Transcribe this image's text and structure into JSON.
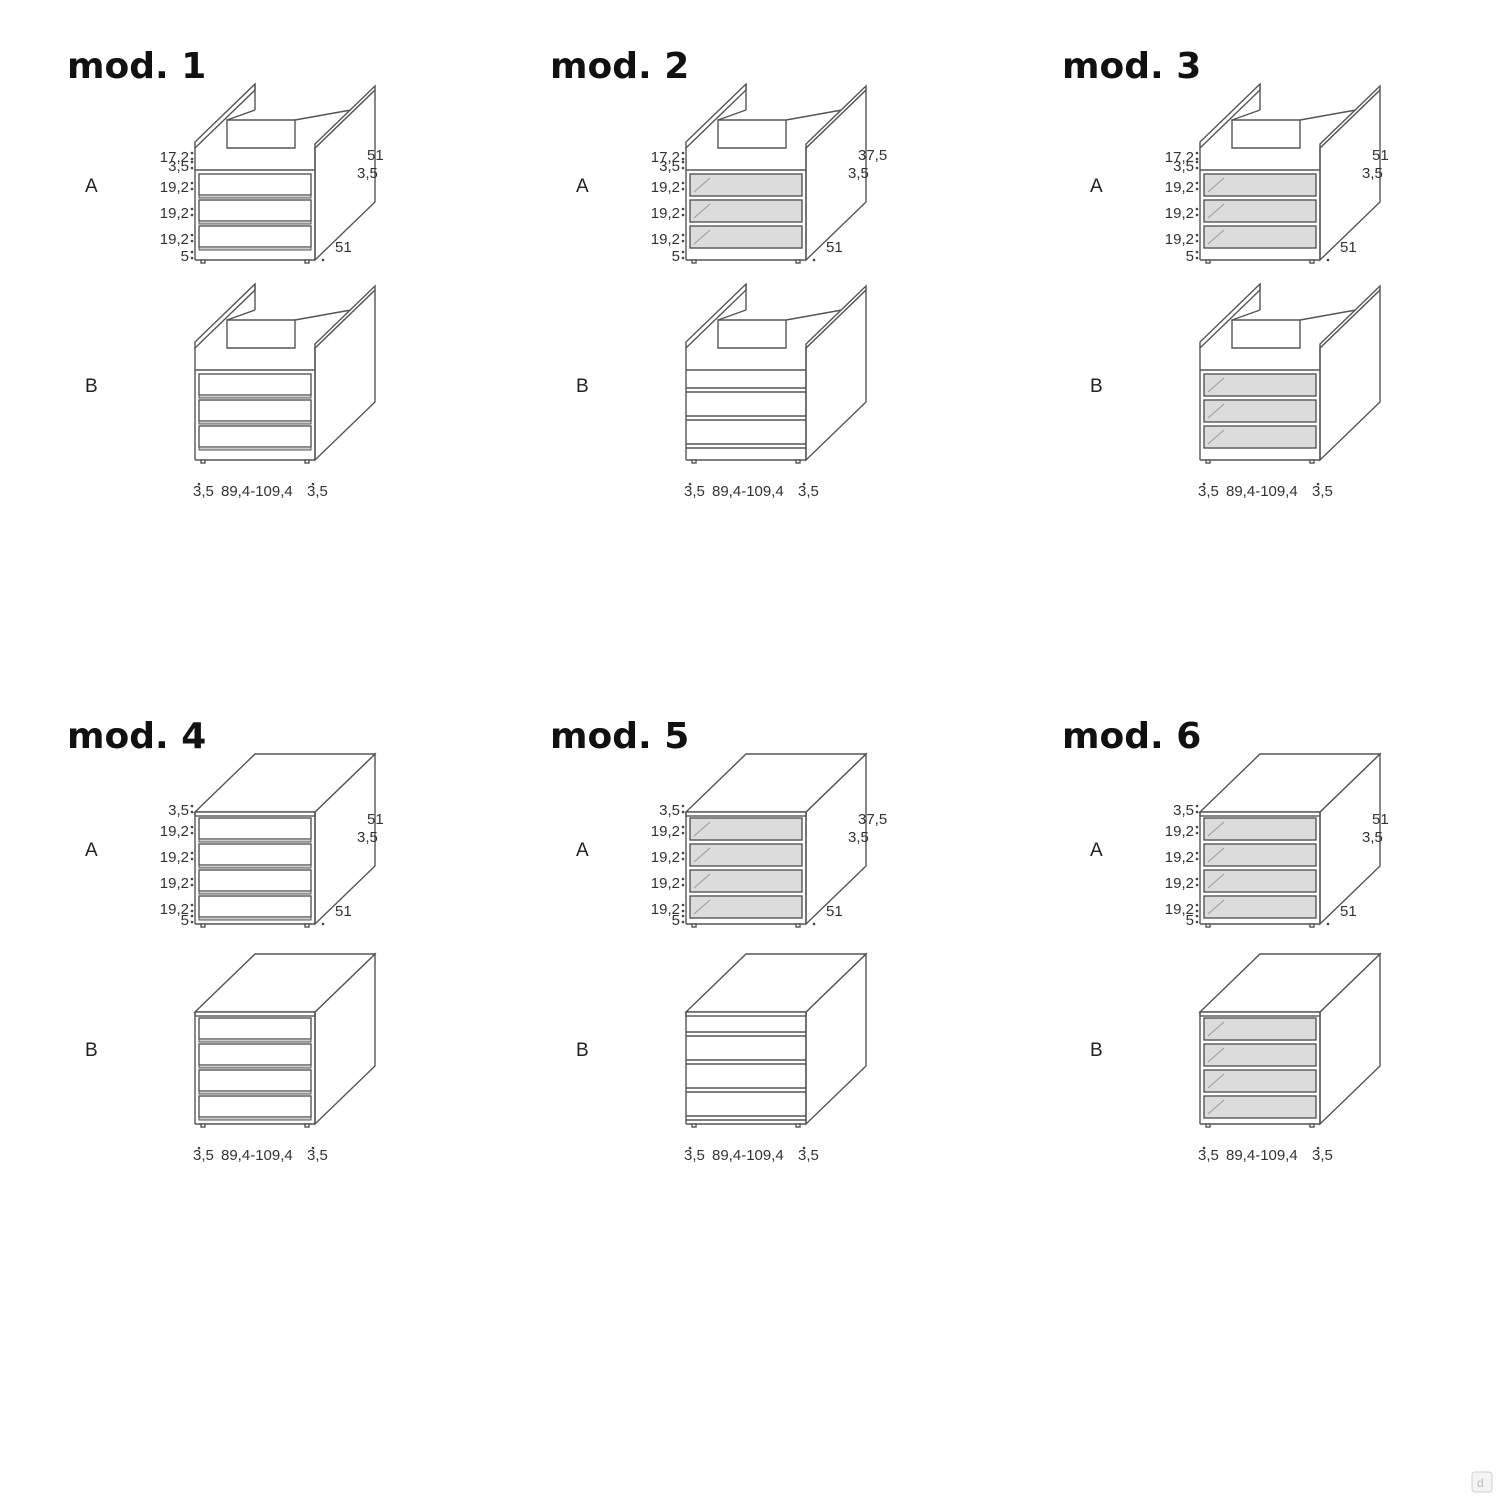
{
  "row_labels": [
    "A",
    "B"
  ],
  "models": [
    {
      "title": "mod. 1",
      "frame": "open",
      "fronts": "drawer"
    },
    {
      "title": "mod. 2",
      "frame": "open",
      "fronts": "glass-shelf"
    },
    {
      "title": "mod. 3",
      "frame": "open",
      "fronts": "glass"
    },
    {
      "title": "mod. 4",
      "frame": "closed",
      "fronts": "drawer"
    },
    {
      "title": "mod. 5",
      "frame": "closed",
      "fronts": "glass-shelf"
    },
    {
      "title": "mod. 6",
      "frame": "closed",
      "fronts": "glass"
    }
  ],
  "dimensions": {
    "top_gap": "17,2",
    "thickness": "3,5",
    "drawer_height": "19,2",
    "plinth": "5",
    "depth": "51",
    "depth_alt": "37,5",
    "width_range": "89,4-109,4"
  },
  "corner_badge": "d",
  "colors": {
    "line": "#555555",
    "glass": "#dcdcdc",
    "background": "#ffffff"
  }
}
